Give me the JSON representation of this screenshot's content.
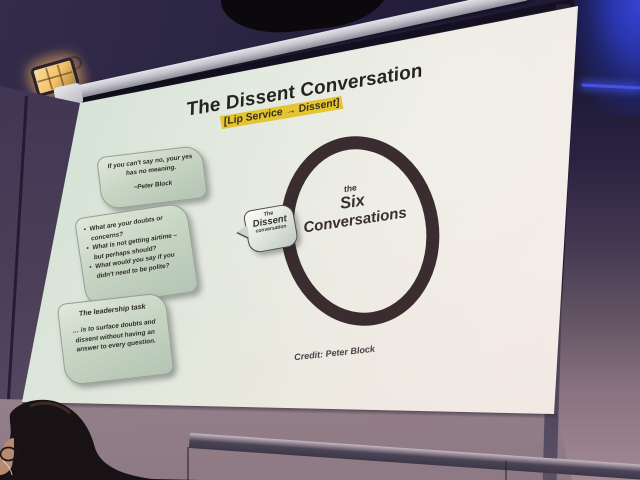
{
  "slide": {
    "title": "The Dissent Conversation",
    "subtitle": "[Lip Service → Dissent]",
    "quote_box": {
      "quote": "If you can't say no, your yes has no meaning.",
      "attribution": "~Peter Block"
    },
    "questions_box": {
      "bullets": [
        "What are your doubts or concerns?",
        "What is not getting airtime – but perhaps should?",
        "What would you say if you didn't need to be polite?"
      ]
    },
    "leadership_box": {
      "heading": "The leadership task",
      "body": "… is to surface doubts and dissent without having an answer to every question."
    },
    "bubble": {
      "top": "The",
      "middle": "Dissent",
      "bottom": "conversation"
    },
    "ring_label": {
      "small": "the",
      "big1": "Six",
      "big2": "Conversations"
    },
    "credit": "Credit: Peter Block"
  },
  "colors": {
    "accent-yellow": "#e4c431",
    "box-green": "#c7d5c3",
    "box-border": "#93a092",
    "ring": "#3a2c2f",
    "slide-ink": "#2b2924",
    "screen-mint": "#cfdfd5",
    "screen-warm": "#f4e8e4",
    "glow-blue": "#3544d6",
    "credit-ink": "#4a4049",
    "hair": "#191215",
    "skin": "#b58a72"
  }
}
